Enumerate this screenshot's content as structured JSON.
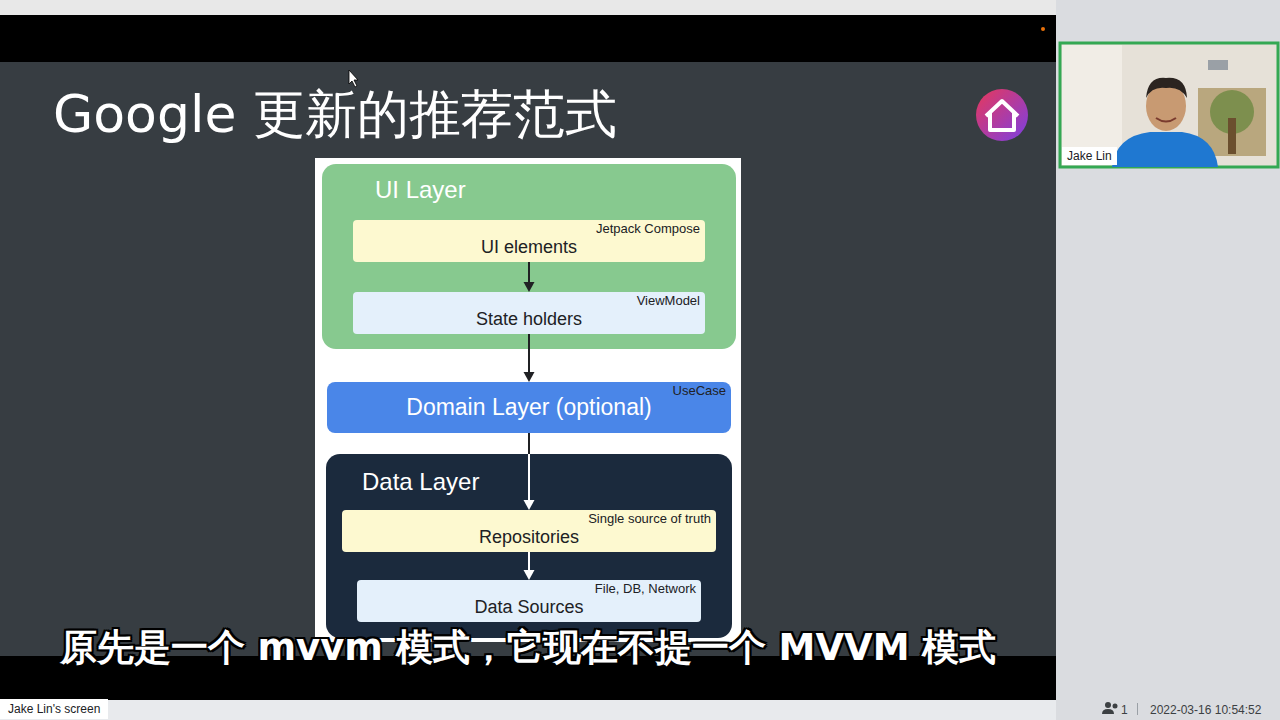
{
  "diagram": {
    "title": "Google 更新的推荐范式",
    "caption": "原先是一个 mvvm 模式，它现在不提一个 MVVM 模式",
    "nodes": [
      {
        "text": [
          "UI Layer"
        ]
      },
      {
        "text": [
          "UI elements",
          "Jetpack Compose"
        ],
        "in": 0
      },
      {
        "text": [
          "State holders",
          "ViewModel"
        ],
        "in": 0
      },
      {
        "text": [
          "Domain Layer (optional)",
          "UseCase"
        ]
      },
      {
        "text": [
          "Data Layer"
        ]
      },
      {
        "text": [
          "Repositories",
          "Single source of truth"
        ],
        "in": 4
      },
      {
        "text": [
          "Data Sources",
          "File, DB, Network"
        ],
        "in": 4
      }
    ],
    "edges": [
      {
        "from": 1,
        "to": 2,
        "arrow": "to"
      },
      {
        "from": 2,
        "to": 3,
        "arrow": "to"
      },
      {
        "from": 3,
        "to": 5,
        "arrow": "to"
      },
      {
        "from": 5,
        "to": 6,
        "arrow": "to"
      }
    ],
    "labels": [
      "Jake Lin",
      "Jake Lin's screen",
      "1",
      "2022-03-16 10:54:52"
    ]
  }
}
